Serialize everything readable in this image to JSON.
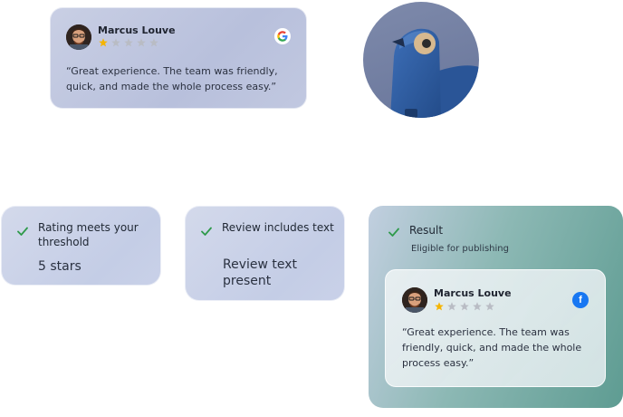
{
  "top_review": {
    "reviewer": "Marcus Louve",
    "rating": 1,
    "max_rating": 5,
    "platform_icon": "google-icon",
    "text": "“Great experience. The team was friendly, quick, and made the whole process easy.”"
  },
  "mascot": {
    "icon": "bird-mascot"
  },
  "checks": [
    {
      "title": "Rating meets your threshold",
      "value": "5 stars"
    },
    {
      "title": "Review includes text",
      "value": "Review text present"
    }
  ],
  "result": {
    "title": "Result",
    "subtitle": "Eligible for publishing",
    "review": {
      "reviewer": "Marcus Louve",
      "rating": 1,
      "max_rating": 5,
      "platform_icon": "facebook-icon",
      "platform_glyph": "f",
      "text": "“Great experience. The team was friendly, quick, and made the whole process easy.”"
    }
  },
  "colors": {
    "star_filled": "#f5b400",
    "star_empty": "#b9bcc4",
    "check_green": "#2e9a4a",
    "facebook_blue": "#1877f2"
  }
}
